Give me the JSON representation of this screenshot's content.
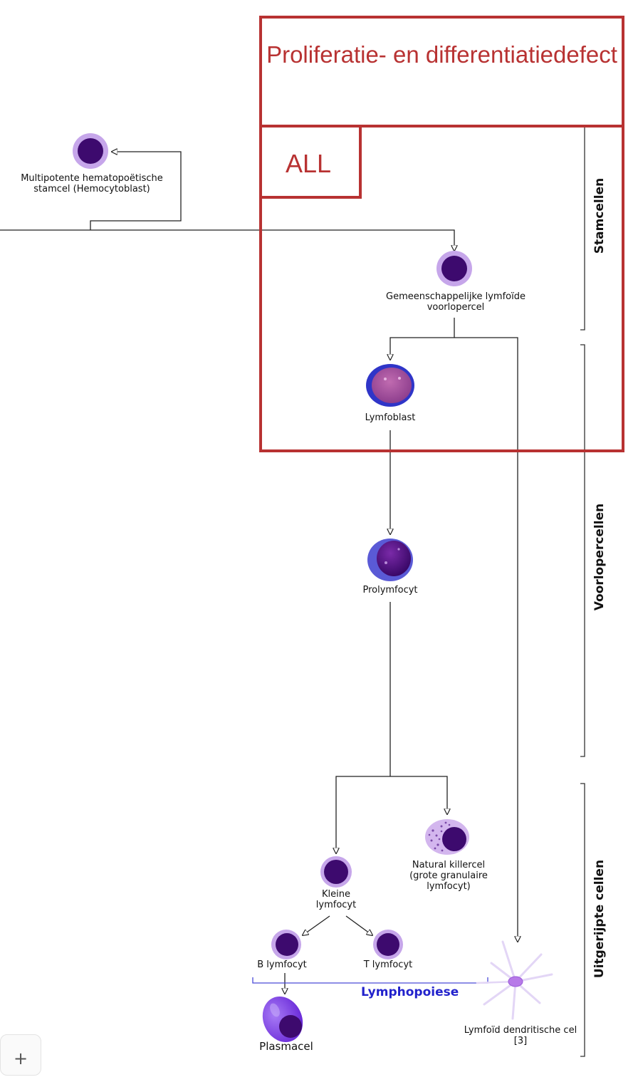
{
  "box": {
    "title": "Proliferatie- en differentiatiedefect",
    "sub_label": "ALL"
  },
  "cells": {
    "hsc": "Multipotente hematopoëtische stamcel (Hemocytoblast)",
    "clp": "Gemeenschappelijke lymfoïde voorlopercel",
    "lymfoblast": "Lymfoblast",
    "prolymfocyt": "Prolymfocyt",
    "nk": "Natural killercel (grote granulaire lymfocyt)",
    "kleine": "Kleine lymfocyt",
    "b": "B lymfocyt",
    "t": "T lymfocyt",
    "plasma": "Plasmacel",
    "dendritic": "Lymfoïd dendritische cel [3]"
  },
  "stages": {
    "stamcellen": "Stamcellen",
    "voorlopercellen": "Voorlopercellen",
    "uitgerijpte": "Uitgerijpte cellen"
  },
  "lymphopoiese": "Lymphopoiese",
  "ui": {
    "add_icon": "+"
  },
  "colors": {
    "box_red": "#b83232",
    "cell_nucleus": "#3d0a6e",
    "cell_halo": "#c6a6ea",
    "lymphopoiese_blue": "#2222cc"
  }
}
